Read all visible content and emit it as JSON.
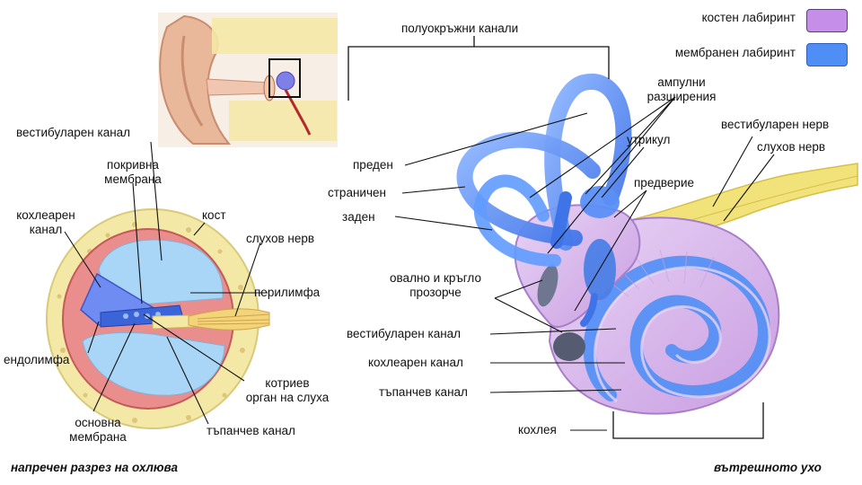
{
  "colors": {
    "bony": "#c58ee8",
    "membranous": "#4f8ff5",
    "bone_yellow": "#f4e8a6",
    "perilymph": "#a9d6f6",
    "endolymph": "#6e8cf2",
    "wall_red": "#e77f7f",
    "nerve_yellow": "#f2e27a",
    "skin": "#e9b79a"
  },
  "legend": {
    "bony_label": "костен лабиринт",
    "membranous_label": "мембранен лабиринт"
  },
  "left": {
    "labels": {
      "vestibular_canal": "вестибуларен канал",
      "tectorial_l1": "покривна",
      "tectorial_l2": "мембрана",
      "cochlear_duct_l1": "кохлеарен",
      "cochlear_duct_l2": "канал",
      "bone": "кост",
      "auditory_nerve": "слухов нерв",
      "perilymph": "перилимфа",
      "endolymph": "ендолимфа",
      "organ_corti_l1": "котриев",
      "organ_corti_l2": "орган на слуха",
      "basilar_l1": "основна",
      "basilar_l2": "мембрана",
      "tympanic_canal": "тъпанчев канал"
    },
    "caption": "напречен разрез на охлюва"
  },
  "right": {
    "labels": {
      "semicircular": "полуокръжни канали",
      "ampullae_l1": "ампулни",
      "ampullae_l2": "разширения",
      "anterior": "преден",
      "utricle": "утрикул",
      "vestibular_nerve": "вестибуларен нерв",
      "auditory_nerve": "слухов нерв",
      "lateral": "страничен",
      "vestibule": "предверие",
      "posterior": "заден",
      "windows_l1": "овално и кръгло",
      "windows_l2": "прозорче",
      "vestibular_canal": "вестибуларен канал",
      "cochlear_canal": "кохлеарен канал",
      "tympanic_canal": "тъпанчев канал",
      "cochlea": "кохлея"
    },
    "caption": "вътрешното ухо"
  }
}
